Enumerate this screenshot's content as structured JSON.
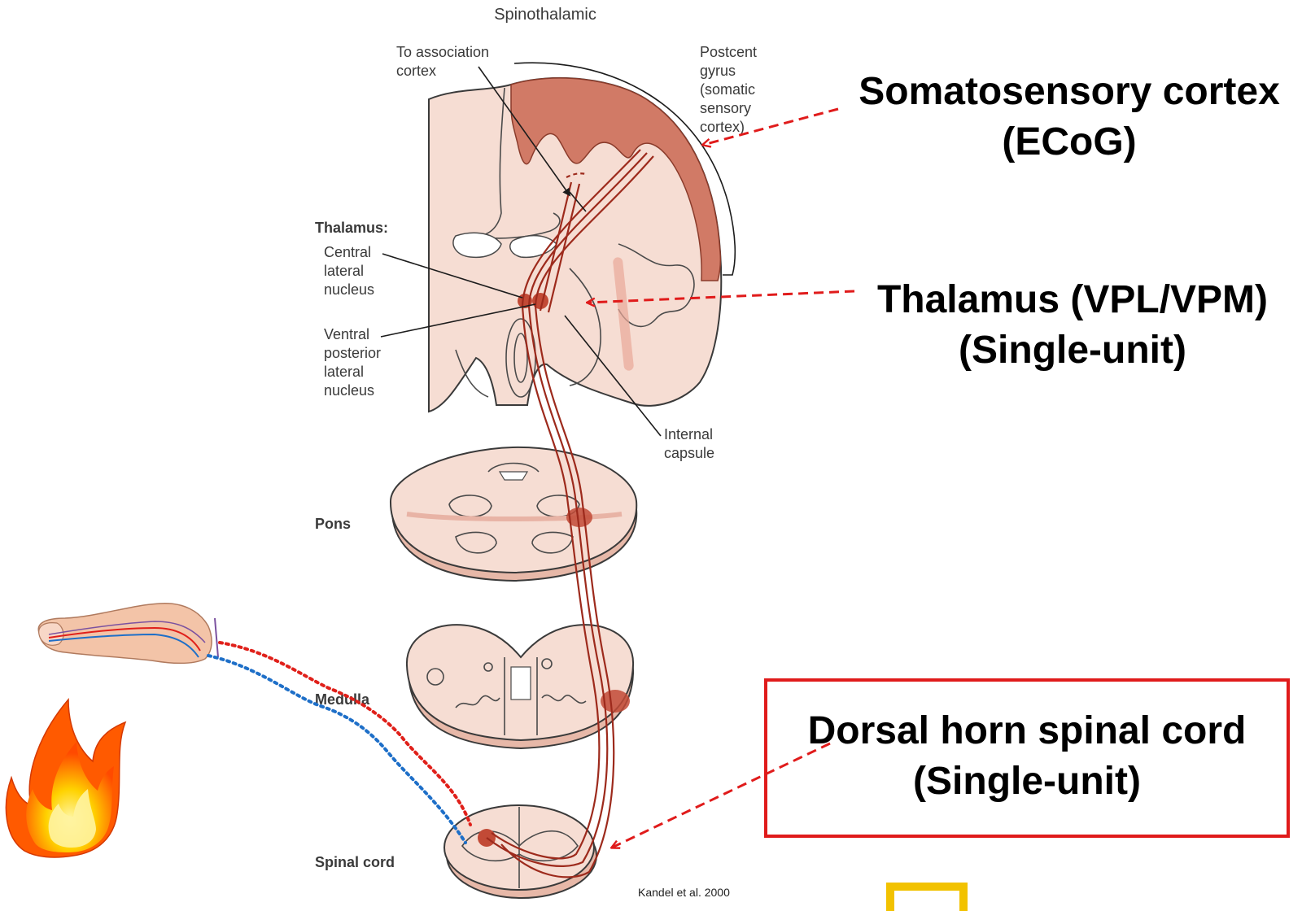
{
  "diagram": {
    "title": "Spinothalamic",
    "labels": {
      "association": [
        "To association",
        "cortex"
      ],
      "postcent": [
        "Postcent",
        "gyrus",
        "(somatic",
        "sensory",
        "cortex)"
      ],
      "thalamus_heading": "Thalamus:",
      "central_lateral": [
        "Central",
        "lateral",
        "nucleus"
      ],
      "ventral_posterior": [
        "Ventral",
        "posterior",
        "lateral",
        "nucleus"
      ],
      "internal_capsule": [
        "Internal",
        "capsule"
      ],
      "pons": "Pons",
      "medulla": "Medulla",
      "spinal_cord": "Spinal cord"
    },
    "annotations": {
      "cortex": [
        "Somatosensory cortex",
        "(ECoG)"
      ],
      "thalamus": [
        "Thalamus (VPL/VPM)",
        "(Single-unit)"
      ],
      "dorsal_horn": [
        "Dorsal horn spinal cord",
        "(Single-unit)"
      ]
    },
    "citation": "Kandel et al. 2000",
    "colors": {
      "tract": "#9d2a1c",
      "cortex_fill": "#d17a66",
      "tissue": "#f6ddd3",
      "arrow": "#e01b1b",
      "box": "#e01b1b",
      "pathway_red": "#e0201a",
      "pathway_blue": "#1e6fc8",
      "flame": "#ff5a00",
      "corner_mark": "#f2c200"
    },
    "icons": [
      "finger-icon",
      "flame-icon"
    ]
  }
}
